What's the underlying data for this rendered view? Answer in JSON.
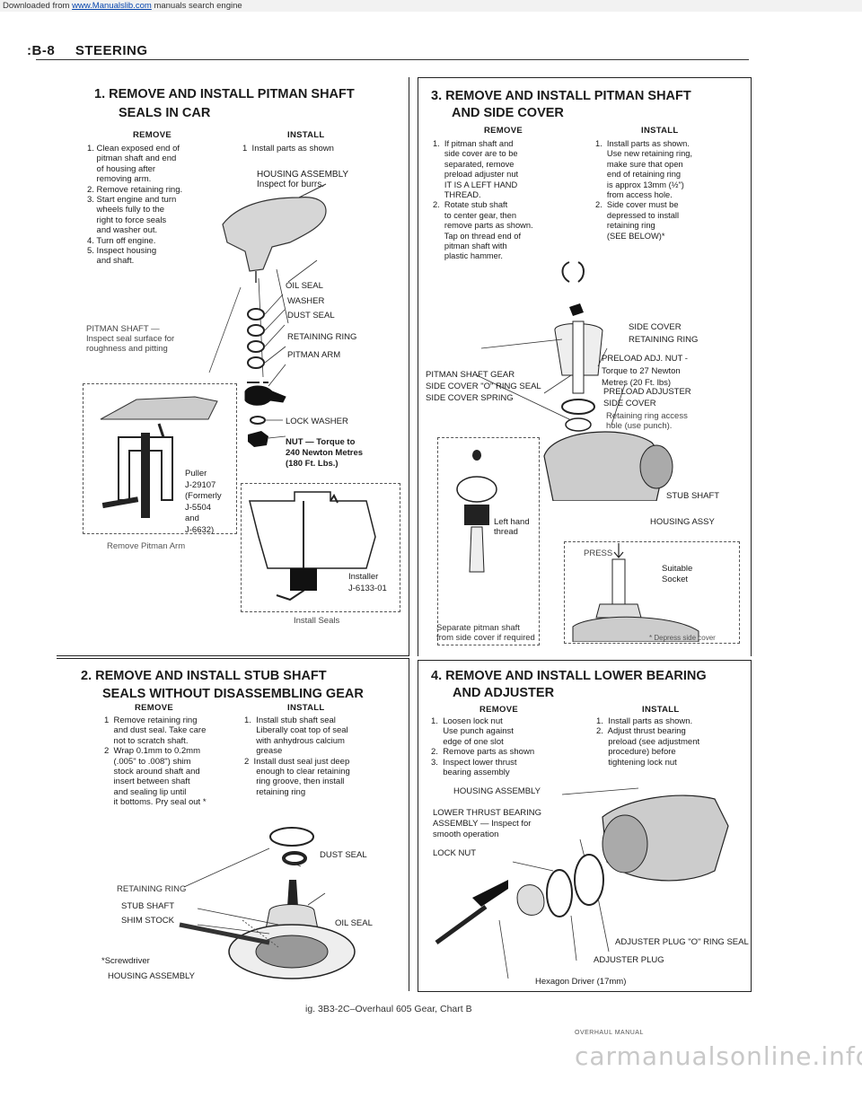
{
  "banner": {
    "prefix": "Downloaded from ",
    "link": "www.Manualslib.com",
    "suffix": " manuals search engine"
  },
  "header": {
    "section": ":B-8",
    "title": "STEERING"
  },
  "panel1": {
    "title1": "1.  REMOVE AND INSTALL PITMAN SHAFT",
    "title2": "SEALS IN CAR",
    "remove_head": "REMOVE",
    "install_head": "INSTALL",
    "remove_text": "1. Clean exposed end of\n    pitman shaft and end\n    of housing after\n    removing arm.\n2. Remove retaining ring.\n3. Start engine and turn\n    wheels fully to the\n    right to force seals\n    and washer out.\n4. Turn off engine.\n5. Inspect housing\n    and shaft.",
    "install_text": "1  Install parts as shown",
    "housing": "HOUSING ASSEMBLY\nInspect for burrs.",
    "pitman_note": "PITMAN SHAFT —\nInspect seal surface for\nroughness and pitting",
    "parts": [
      "OIL SEAL",
      "WASHER",
      "DUST SEAL",
      "RETAINING RING",
      "PITMAN ARM"
    ],
    "lock_washer": "LOCK WASHER",
    "nut": "NUT — Torque to\n240 Newton Metres\n(180 Ft. Lbs.)",
    "puller": "Puller\nJ-29107\n(Formerly\nJ-5504\nand\nJ-6632)",
    "remove_arm": "Remove Pitman Arm",
    "installer": "Installer\nJ-6133-01",
    "install_seals": "Install Seals"
  },
  "panel2": {
    "title1": "2.  REMOVE AND INSTALL STUB SHAFT",
    "title2": "SEALS WITHOUT DISASSEMBLING GEAR",
    "remove_head": "REMOVE",
    "install_head": "INSTALL",
    "remove_text": "1  Remove retaining ring\n    and dust seal. Take care\n    not to scratch shaft.\n2  Wrap 0.1mm to 0.2mm\n    (.005\" to .008\") shim\n    stock around shaft and\n    insert between shaft\n    and sealing lip until\n    it bottoms. Pry seal out *",
    "install_text": "1.  Install stub shaft seal\n     Liberally coat top of seal\n     with anhydrous calcium\n     grease\n2  Install dust seal just deep\n     enough to clear retaining\n     ring groove, then install\n     retaining ring",
    "labels": [
      "RETAINING RING",
      "DUST SEAL",
      "STUB SHAFT",
      "SHIM STOCK",
      "OIL SEAL",
      "*Screwdriver",
      "HOUSING ASSEMBLY"
    ]
  },
  "panel3": {
    "title1": "3.  REMOVE AND INSTALL PITMAN SHAFT",
    "title2": "AND SIDE COVER",
    "remove_head": "REMOVE",
    "install_head": "INSTALL",
    "remove_text": "1.  If pitman shaft and\n     side cover are to be\n     separated, remove\n     preload adjuster nut\n     IT IS A LEFT HAND\n     THREAD.\n2.  Rotate stub shaft\n     to center gear, then\n     remove parts as shown.\n     Tap on thread end of\n     pitman shaft with\n     plastic hammer.",
    "install_text": "1.  Install parts as shown.\n     Use new retaining ring,\n     make sure that open\n     end of retaining ring\n     is approx 13mm (½\")\n     from access hole.\n2.  Side cover must be\n     depressed to install\n     retaining ring\n     (SEE BELOW)*",
    "side_cover_ring": "SIDE COVER\nRETAINING RING",
    "preload_nut": "PRELOAD ADJ. NUT -\nTorque to 27 Newton\nMetres (20 Ft. lbs)",
    "left_labels": "PITMAN SHAFT GEAR\nSIDE COVER \"O\" RING SEAL\nSIDE COVER SPRING",
    "preload_adj": "PRELOAD ADJUSTER\nSIDE COVER",
    "access": "Retaining ring access\nhole (use punch).",
    "left_hand": "Left hand\nthread",
    "stub": "STUB SHAFT",
    "housing_assy": "HOUSING ASSY",
    "press": "PRESS",
    "socket": "Suitable\nSocket",
    "separate": "Separate pitman shaft\nfrom side cover if required",
    "depress": "* Depress side cover"
  },
  "panel4": {
    "title1": "4.  REMOVE AND INSTALL LOWER BEARING",
    "title2": "AND ADJUSTER",
    "remove_head": "REMOVE",
    "install_head": "INSTALL",
    "remove_text": "1.  Loosen lock nut\n     Use punch against\n     edge of one slot\n2.  Remove parts as shown\n3.  Inspect lower thrust\n     bearing assembly",
    "install_text": "1.  Install parts as shown.\n2.  Adjust thrust bearing\n     preload (see adjustment\n     procedure) before\n     tightening lock nut",
    "housing": "HOUSING ASSEMBLY",
    "lower": "LOWER THRUST BEARING\nASSEMBLY — Inspect for\nsmooth operation",
    "lock_nut": "LOCK NUT",
    "plug_seal": "ADJUSTER PLUG \"O\" RING SEAL",
    "plug": "ADJUSTER PLUG",
    "hex": "Hexagon Driver (17mm)"
  },
  "caption": "ig. 3B3-2C–Overhaul 605 Gear, Chart B",
  "watermark_small": "OVERHAUL MANUAL",
  "watermark": "carmanualsonline.info"
}
